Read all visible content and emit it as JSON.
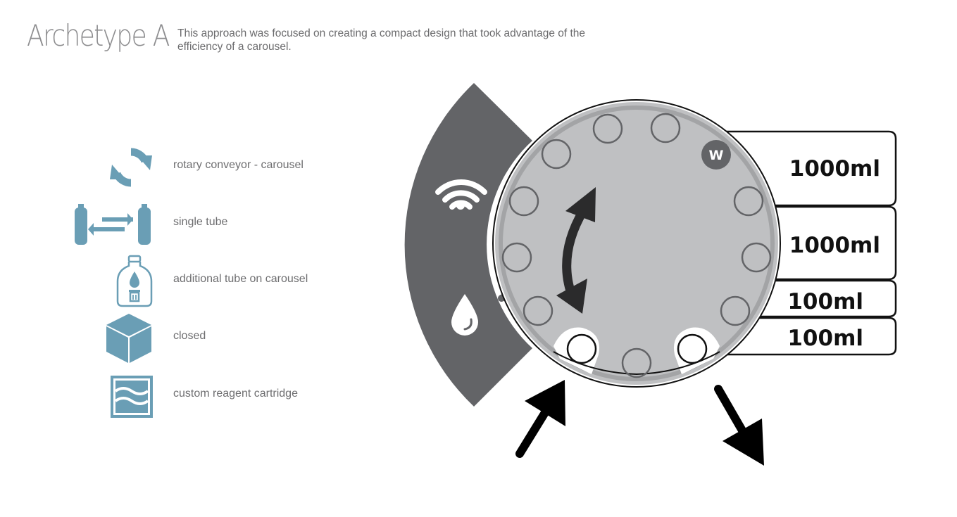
{
  "header": {
    "title": "Archetype A",
    "description": "This approach was focused on creating a compact design that took advantage of the efficiency of a carousel."
  },
  "legend": [
    {
      "icon": "rotate-arrows-icon",
      "label": "rotary conveyor - carousel"
    },
    {
      "icon": "tube-swap-icon",
      "label": "single tube"
    },
    {
      "icon": "bottle-icon",
      "label": "additional tube on carousel"
    },
    {
      "icon": "cube-icon",
      "label": "closed"
    },
    {
      "icon": "cartridge-icon",
      "label": "custom reagent cartridge"
    }
  ],
  "carousel": {
    "waste_badge": "W",
    "sector_icons": [
      "wifi-icon",
      "droplet-icon"
    ],
    "volumes": [
      "1000ml",
      "1000ml",
      "100ml",
      "100ml"
    ]
  },
  "colors": {
    "legend_blue": "#6a9eb5",
    "dark_gray": "#636467",
    "carousel_gray": "#bfc0c2",
    "carousel_rim": "#9a9b9d",
    "text_gray": "#6e6e70"
  }
}
